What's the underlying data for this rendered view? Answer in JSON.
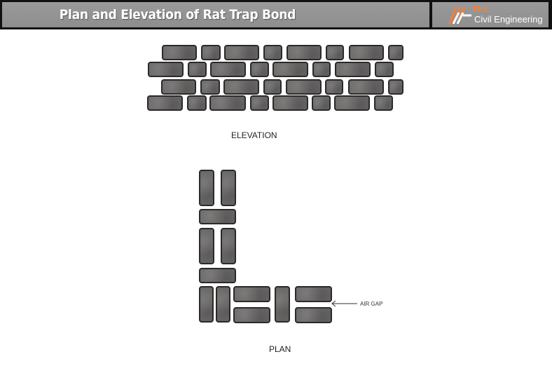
{
  "header": {
    "title": "Plan and Elevation of Rat Trap Bond",
    "logo": {
      "line1": "The",
      "line2": "Civil Engineering",
      "accent": "#f0803c"
    }
  },
  "elevation": {
    "label": "ELEVATION",
    "courses": [
      [
        [
          231,
          64,
          50
        ],
        [
          287,
          64,
          28
        ],
        [
          320,
          64,
          50
        ],
        [
          376,
          64,
          27
        ],
        [
          409,
          64,
          50
        ],
        [
          465,
          64,
          26
        ],
        [
          498,
          64,
          50
        ],
        [
          554,
          64,
          22
        ]
      ],
      [
        [
          211,
          88,
          51
        ],
        [
          268,
          88,
          27
        ],
        [
          300,
          88,
          51
        ],
        [
          357,
          88,
          27
        ],
        [
          389,
          88,
          51
        ],
        [
          446,
          88,
          26
        ],
        [
          478,
          88,
          51
        ],
        [
          535,
          88,
          27
        ]
      ],
      [
        [
          230,
          113,
          50
        ],
        [
          286,
          113,
          28
        ],
        [
          319,
          113,
          51
        ],
        [
          376,
          113,
          26
        ],
        [
          408,
          113,
          51
        ],
        [
          464,
          113,
          26
        ],
        [
          497,
          113,
          51
        ],
        [
          554,
          113,
          22
        ]
      ],
      [
        [
          210,
          136,
          51
        ],
        [
          267,
          136,
          28
        ],
        [
          299,
          136,
          52
        ],
        [
          357,
          136,
          27
        ],
        [
          389,
          136,
          51
        ],
        [
          445,
          136,
          27
        ],
        [
          477,
          136,
          51
        ],
        [
          534,
          136,
          27
        ]
      ]
    ],
    "course_height": 22
  },
  "plan": {
    "label": "PLAN",
    "bricks": [
      [
        284,
        242,
        22,
        52
      ],
      [
        315,
        242,
        22,
        52
      ],
      [
        284,
        298,
        53,
        22
      ],
      [
        284,
        325,
        22,
        52
      ],
      [
        315,
        325,
        22,
        52
      ],
      [
        284,
        382,
        53,
        22
      ],
      [
        284,
        408,
        21,
        52
      ],
      [
        308,
        408,
        21,
        52
      ],
      [
        333,
        408,
        53,
        23
      ],
      [
        333,
        438,
        53,
        23
      ],
      [
        392,
        408,
        22,
        52
      ],
      [
        421,
        408,
        53,
        23
      ],
      [
        421,
        438,
        53,
        23
      ]
    ],
    "annotation": "AIR GAP"
  }
}
